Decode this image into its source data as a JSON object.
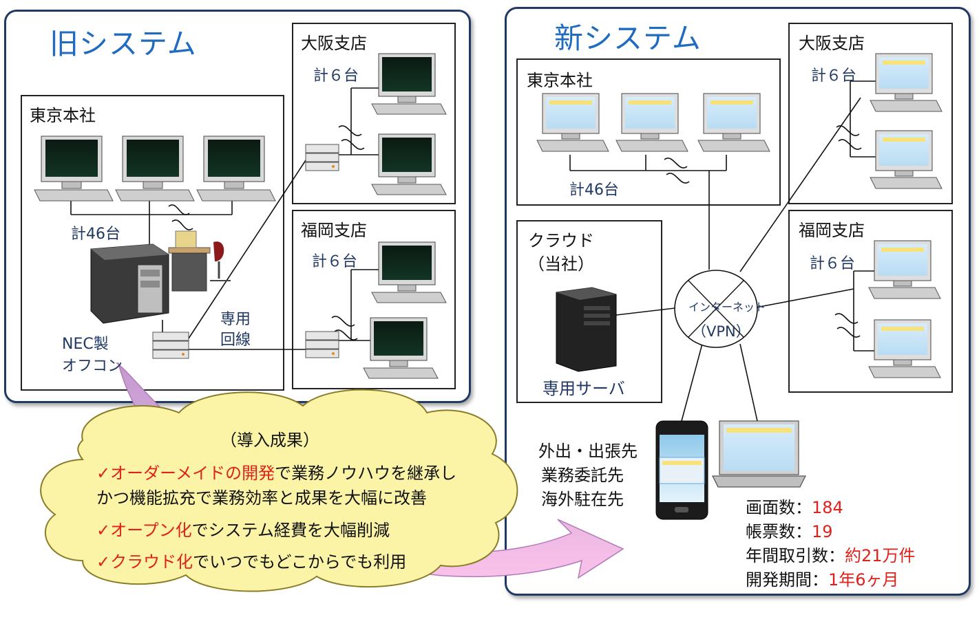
{
  "old_system": {
    "title": "旧システム",
    "tokyo": {
      "title": "東京本社",
      "count": "計46台"
    },
    "osaka": {
      "title": "大阪支店",
      "count": "計６台"
    },
    "fukuoka": {
      "title": "福岡支店",
      "count": "計６台"
    },
    "leased_line": {
      "line1": "専用",
      "line2": "回線"
    },
    "mainframe": {
      "line1": "NEC製",
      "line2": "オフコン"
    }
  },
  "new_system": {
    "title": "新システム",
    "tokyo": {
      "title": "東京本社",
      "count": "計46台"
    },
    "osaka": {
      "title": "大阪支店",
      "count": "計６台"
    },
    "fukuoka": {
      "title": "福岡支店",
      "count": "計６台"
    },
    "cloud": {
      "title1": "クラウド",
      "title2": "（当社）",
      "server": "専用サーバ"
    },
    "internet": {
      "line1": "インターネット",
      "line2": "（VPN）"
    },
    "mobile": {
      "line1": "外出・出張先",
      "line2": "業務委託先",
      "line3": "海外駐在先"
    }
  },
  "results": {
    "title": "（導入成果）",
    "check": "✓",
    "item1_red": "オーダーメイドの開発",
    "item1_rest": "で業務ノウハウを継承し",
    "item1_line2": "かつ機能拡充で業務効率と成果を大幅に改善",
    "item2_red": "オープン化",
    "item2_rest": "でシステム経費を大幅削減",
    "item3_red": "クラウド化",
    "item3_rest": "でいつでもどこからでも利用"
  },
  "stats": [
    {
      "label": "画面数：",
      "value": "184"
    },
    {
      "label": "帳票数：",
      "value": "19"
    },
    {
      "label": "年間取引数：",
      "value": "約21万件"
    },
    {
      "label": "開発期間：",
      "value": "1年6ヶ月"
    }
  ],
  "colors": {
    "panel_border": "#1f3864",
    "title_blue": "#1f6bbf",
    "accent_red": "#e0201a",
    "cloud_fill": "#fbf3a6",
    "arrow_top": "#c8a0d0",
    "arrow_bottom": "#f9c0e6"
  }
}
